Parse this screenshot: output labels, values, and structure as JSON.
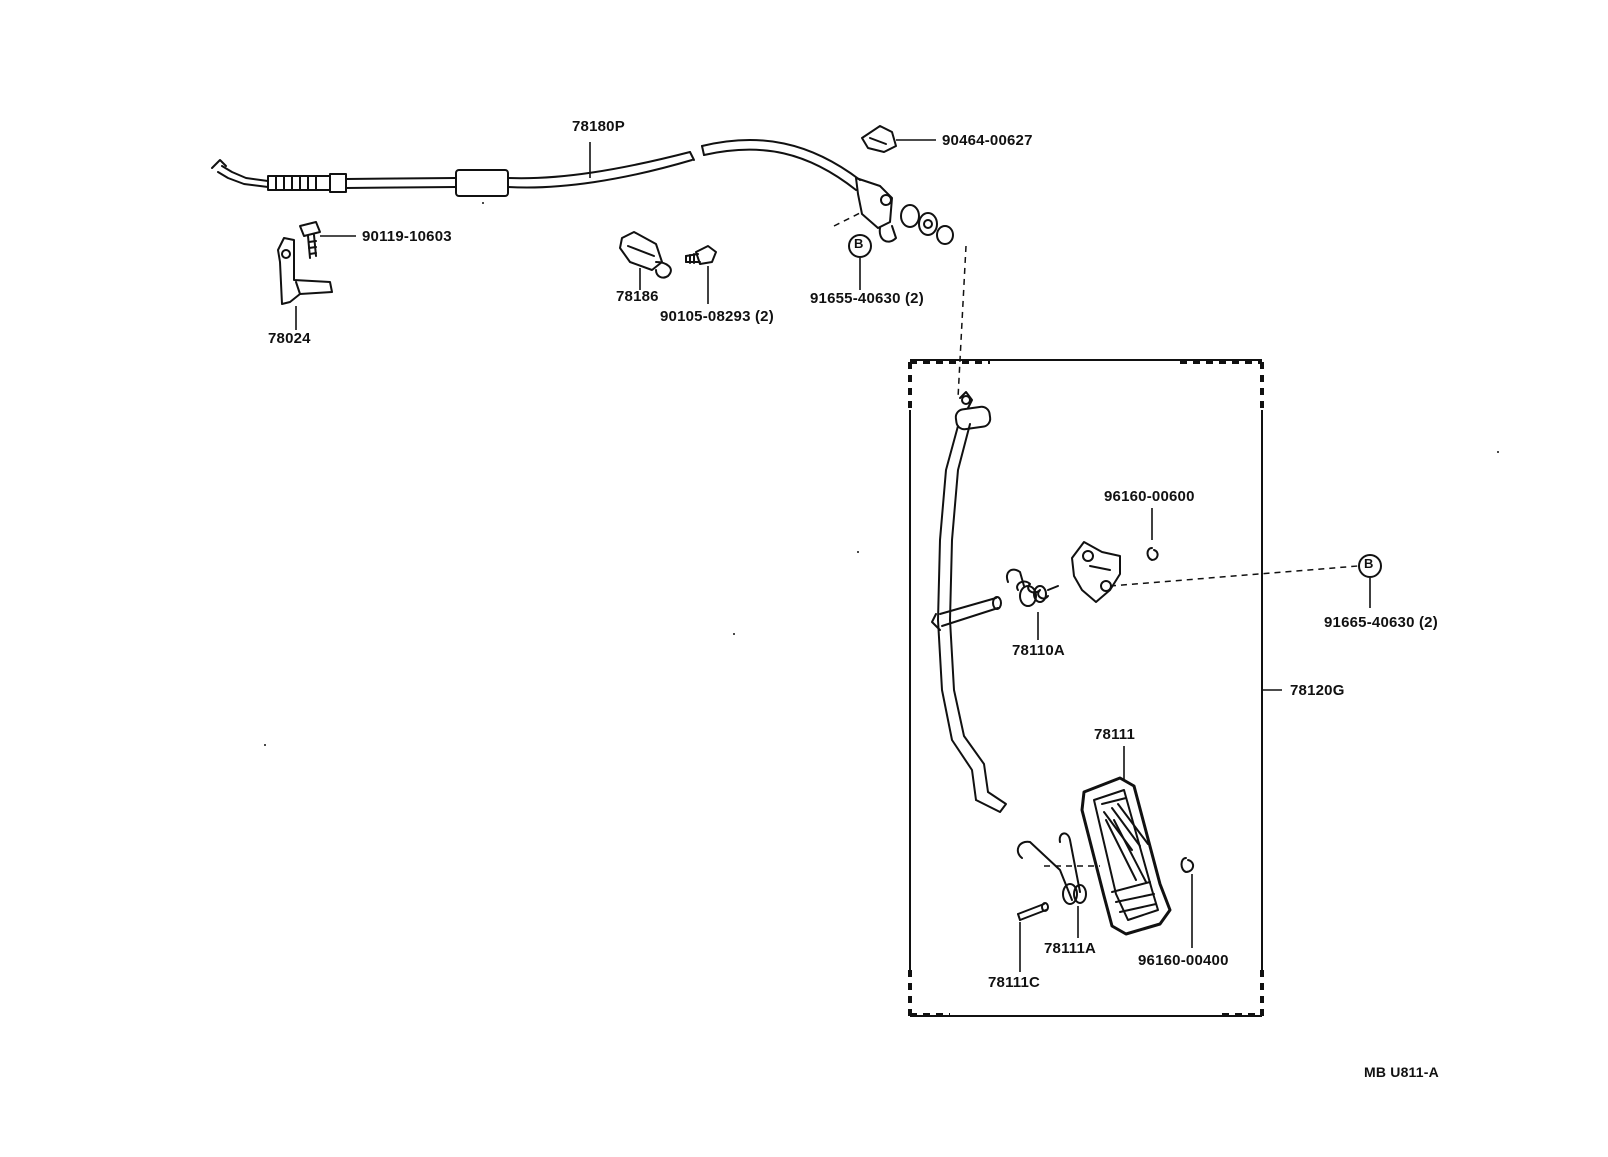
{
  "parts": {
    "cable_assy": "78180P",
    "cable_clamp": "90464-00627",
    "bolt_bracket": "90119-10603",
    "bracket": "78024",
    "clamp": "78186",
    "bolt_clamp": "90105-08293 (2)",
    "nut_upper": "91655-40630 (2)",
    "ref_upper": "B",
    "clip_upper": "96160-00600",
    "ref_right": "B",
    "nut_right": "91665-40630 (2)",
    "spring": "78110A",
    "pedal_assy": "78120G",
    "pedal_pad": "78111",
    "pad_spring": "78111A",
    "clip_lower": "96160-00400",
    "pin": "78111C"
  },
  "diagram_id": "MB U811-A"
}
